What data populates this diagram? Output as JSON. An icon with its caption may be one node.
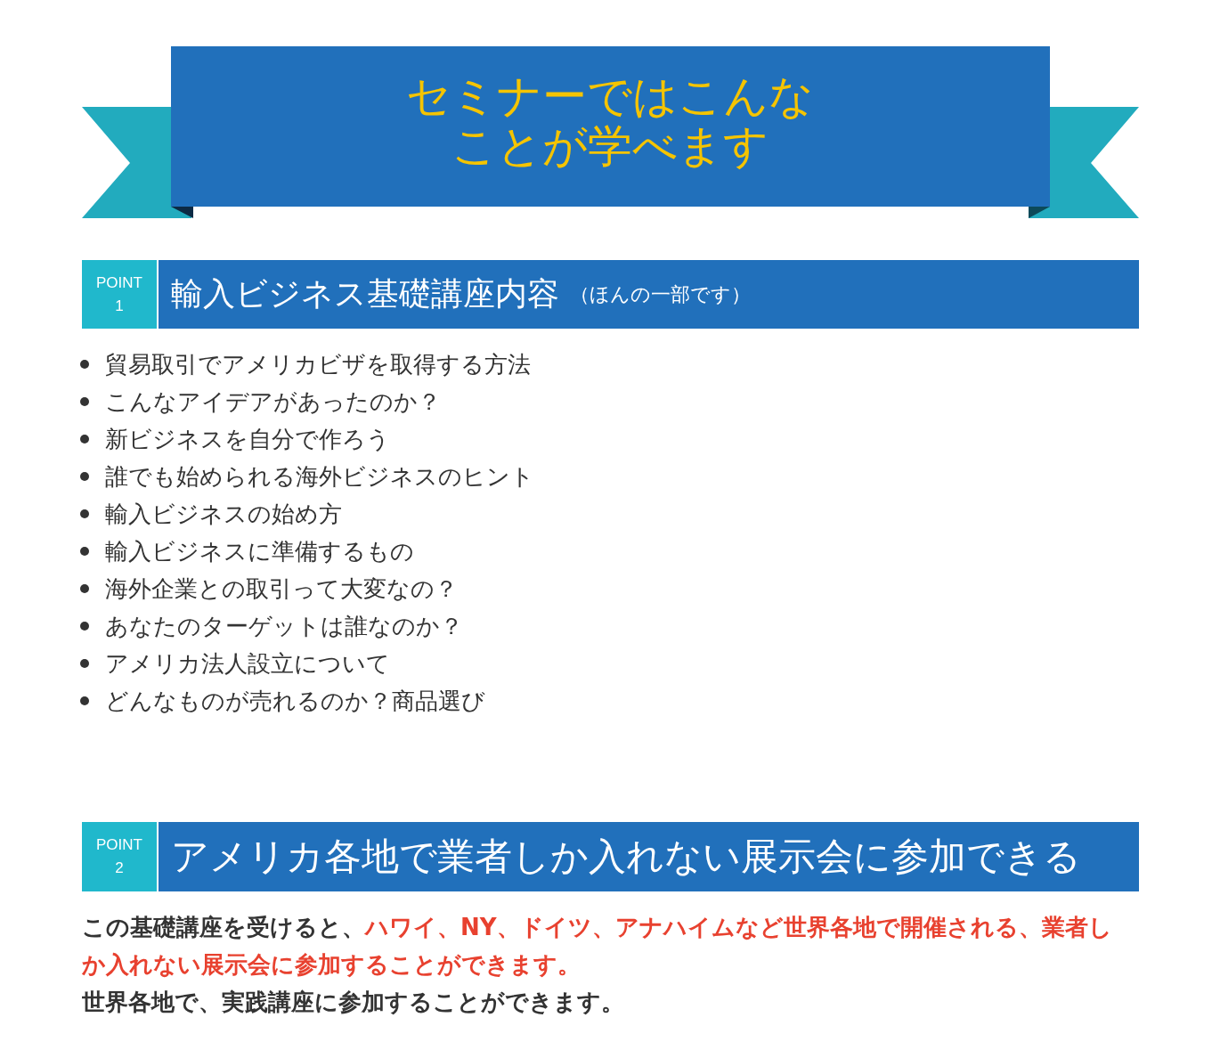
{
  "diagram": {
    "title": "セミナーではこんなことが学べます",
    "nodes": [
      {
        "text": [
          "輸入ビジネス基礎講座内容",
          "（ほんの一部です）"
        ]
      },
      {
        "text": [
          "POINT 1"
        ],
        "in": 0
      },
      {
        "text": [
          "アメリカ各地で業者しか入れない展示会に参加できる"
        ]
      },
      {
        "text": [
          "POINT 2"
        ],
        "in": 2
      }
    ],
    "edges": [],
    "labels": [
      "貿易取引でアメリカビザを取得する方法",
      "こんなアイデアがあったのか？",
      "新ビジネスを自分で作ろう",
      "誰でも始められる海外ビジネスのヒント",
      "輸入ビジネスの始め方",
      "輸入ビジネスに準備するもの",
      "海外企業との取引って大変なの？",
      "あなたのターゲットは誰なのか？",
      "アメリカ法人設立について",
      "どんなものが売れるのか？商品選び",
      "この基礎講座を受けると、",
      "ハワイ、NY、ドイツ、アナハイムなど世界各地で開催される、業者しか入れない展示会に参加することができます。",
      "世界各地で、実践講座に参加することができます。"
    ]
  }
}
